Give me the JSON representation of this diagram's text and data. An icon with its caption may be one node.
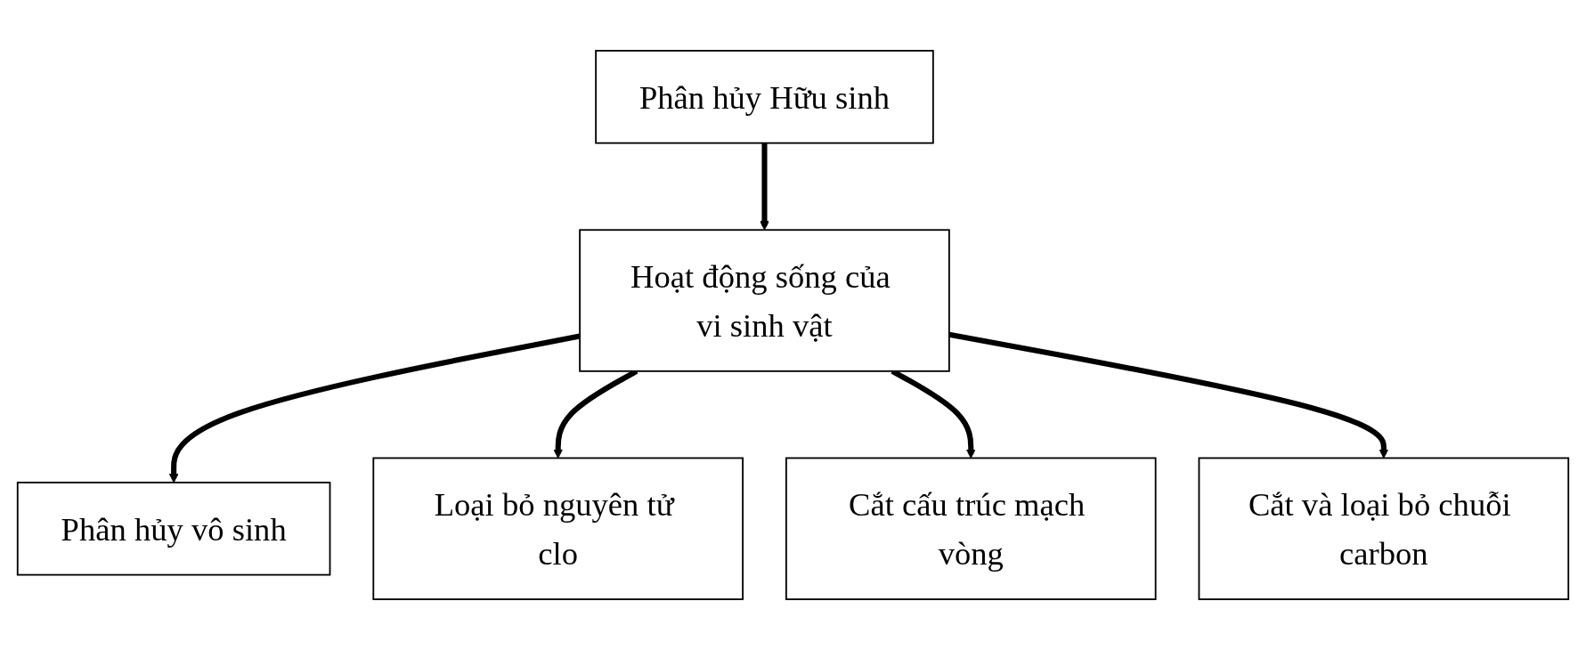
{
  "diagram": {
    "nodes": [
      {
        "text": [
          "Phân hủy Hữu sinh"
        ]
      },
      {
        "text": [
          "Hoạt động sống của vi sinh vật"
        ]
      },
      {
        "text": [
          "Phân hủy vô sinh"
        ]
      },
      {
        "text": [
          "Loại bỏ nguyên tử clo"
        ]
      },
      {
        "text": [
          "Cắt cấu trúc mạch vòng"
        ]
      },
      {
        "text": [
          "Cắt và loại bỏ chuỗi carbon"
        ]
      }
    ],
    "edges": [
      {
        "from": 0,
        "to": 1,
        "arrow": "to"
      },
      {
        "from": 1,
        "to": 2,
        "arrow": "to"
      },
      {
        "from": 1,
        "to": 3,
        "arrow": "to"
      },
      {
        "from": 1,
        "to": 4,
        "arrow": "to"
      },
      {
        "from": 1,
        "to": 5,
        "arrow": "to"
      }
    ]
  }
}
